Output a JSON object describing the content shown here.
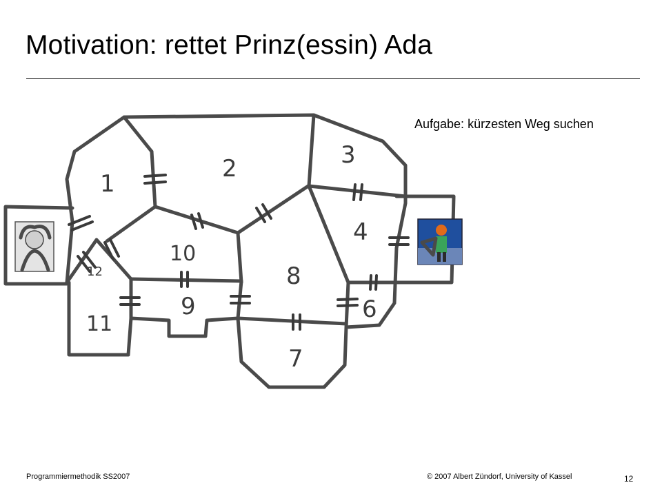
{
  "slide": {
    "title": "Motivation: rettet Prinz(essin) Ada",
    "task": "Aufgabe: kürzesten Weg suchen",
    "footer_left": "Programmiermethodik SS2007",
    "footer_right": "© 2007 Albert Zündorf, University of Kassel",
    "page_number": "12"
  },
  "diagram": {
    "rooms": [
      {
        "label": "1"
      },
      {
        "label": "2"
      },
      {
        "label": "3"
      },
      {
        "label": "4"
      },
      {
        "label": "6"
      },
      {
        "label": "7"
      },
      {
        "label": "8"
      },
      {
        "label": "9"
      },
      {
        "label": "10"
      },
      {
        "label": "11"
      },
      {
        "label": "12"
      }
    ],
    "images": [
      "princess-portrait",
      "knight-figure"
    ],
    "colors": {
      "ink": "#4a4a4a",
      "knight_blue": "#1f4f9e",
      "knight_orange": "#e06a1a"
    }
  }
}
